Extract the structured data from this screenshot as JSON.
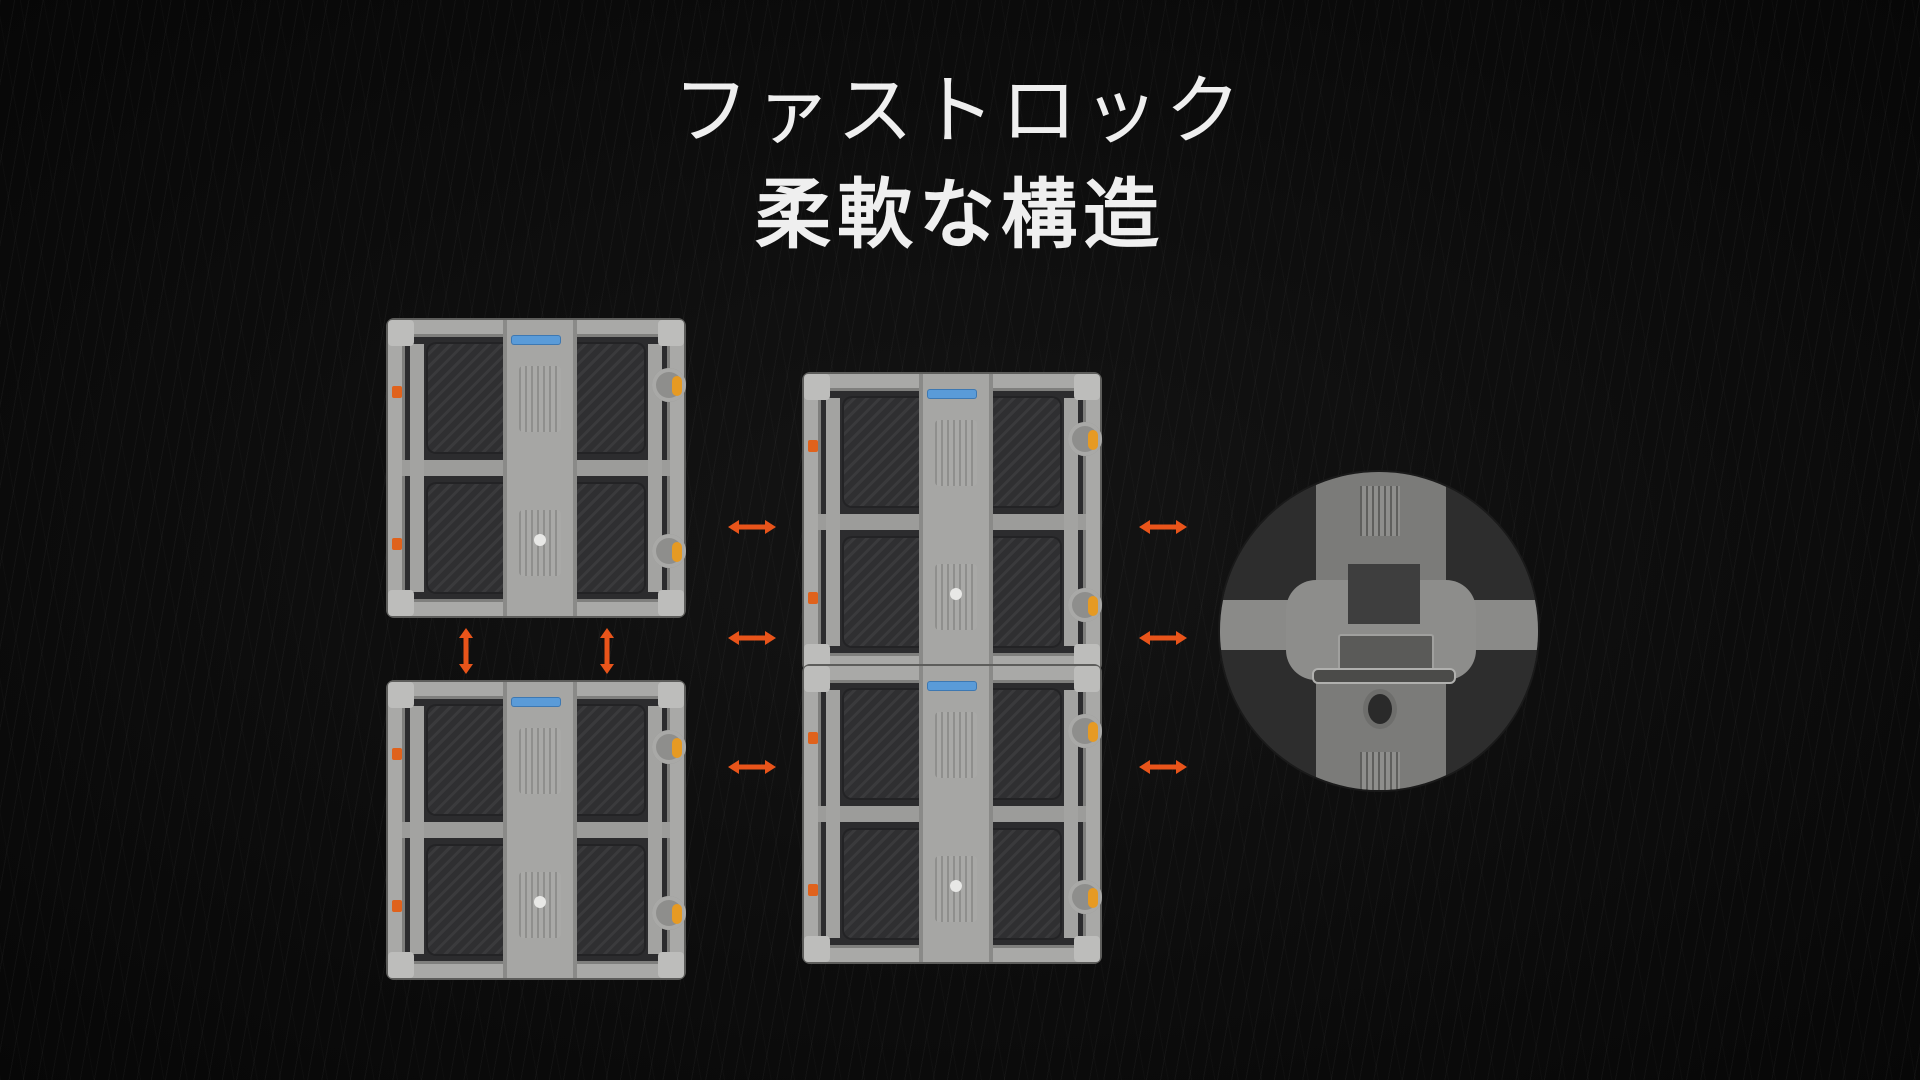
{
  "slide": {
    "title_line1": "ファストロック",
    "title_line2": "柔軟な構造"
  },
  "colors": {
    "background": "#0a0a0a",
    "title_text": "#efefef",
    "arrow": "#e9541a",
    "panel_frame": "#a9a9a7",
    "panel_body": "#2c2c2e",
    "handle_accent": "#5a9bd8",
    "lock_accent": "#e69a23"
  },
  "illustration": {
    "left_column": {
      "panels": 2,
      "label": "separate-cabinets"
    },
    "middle_column": {
      "panels": 2,
      "label": "joined-cabinets"
    },
    "detail_view": {
      "label": "fast-lock-close-up"
    },
    "arrows": {
      "horizontal_left_gap": 3,
      "horizontal_right_gap": 3,
      "vertical_between_left_panels": 2
    }
  }
}
